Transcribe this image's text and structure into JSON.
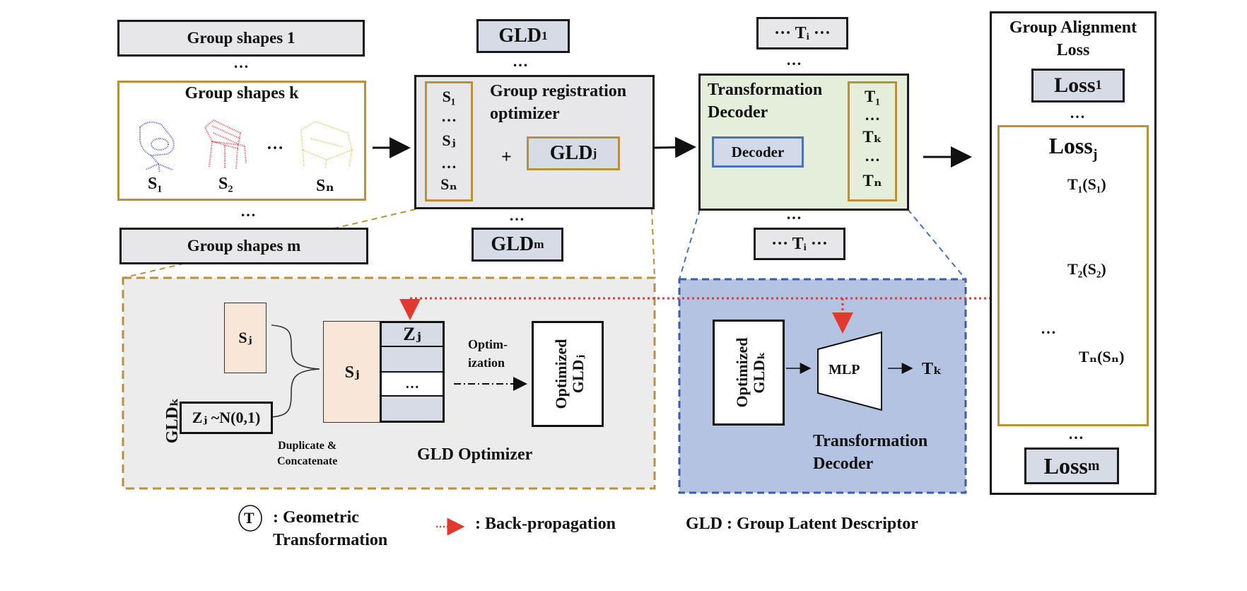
{
  "left": {
    "group1": "Group shapes 1",
    "groupk": "Group shapes k",
    "groupm": "Group shapes m",
    "s1": "S₁",
    "s2": "S₂",
    "sn": "Sₙ",
    "dots": "…"
  },
  "gld_top": {
    "base": "GLD",
    "sub": "1"
  },
  "gld_bottom": {
    "base": "GLD",
    "sub": "m"
  },
  "optimizer": {
    "title": "Group registration optimizer",
    "col": [
      "S₁",
      "…",
      "Sⱼ",
      "…",
      "Sₙ"
    ],
    "plus": "+",
    "gld": {
      "base": "GLD",
      "sub": "j"
    }
  },
  "decoder": {
    "title": "Transformation Decoder",
    "decoder_label": "Decoder",
    "col": [
      "T₁",
      "…",
      "Tₖ",
      "…",
      "Tₙ"
    ],
    "ti_top": "··· Tᵢ ···",
    "ti_bottom": "··· Tᵢ ···"
  },
  "loss": {
    "title": "Group Alignment Loss",
    "loss1": {
      "base": "Loss",
      "sub": "1"
    },
    "lossj": {
      "base": "Loss",
      "sub": "j"
    },
    "lossm": {
      "base": "Loss",
      "sub": "m"
    },
    "t1": "T₁(S₁)",
    "t2": "T₂(S₂)",
    "tn": "Tₙ(Sₙ)"
  },
  "gld_optimizer": {
    "title": "GLD Optimizer",
    "sj_small": "Sⱼ",
    "sj_big": "Sⱼ",
    "zj": "Zⱼ",
    "dots": "…",
    "gldk_label": "GLDₖ",
    "z_noise": "Zⱼ ~N(0,1)",
    "duplicate": "Duplicate &",
    "concatenate": "Concatenate",
    "optim_line1": "Optim-",
    "optim_line2": "ization",
    "optimized_gldj_1": "Optimized",
    "optimized_gldj_2": "GLDⱼ"
  },
  "transform_decoder": {
    "optimized_gldk_1": "Optimized",
    "optimized_gldk_2": "GLDₖ",
    "mlp": "MLP",
    "tk": "Tₖ",
    "title_line1": "Transformation",
    "title_line2": "Decoder"
  },
  "legend": {
    "t_symbol": "T",
    "geometric_1": ": Geometric",
    "geometric_2": "Transformation",
    "backprop": ": Back-propagation",
    "gld_def": "GLD : Group Latent Descriptor"
  },
  "colors": {
    "gold": "#b8913a",
    "decoder_green": "#e4eedb",
    "decoder_blue": "#4a72c0",
    "panel_gray": "#ececec",
    "panel_blue": "#b3c3e1",
    "backprop_red": "#e03a30",
    "chair_blue": "#3d4fd8",
    "chair_red": "#e04a4a",
    "chair_yellow": "#cfcf6e"
  }
}
